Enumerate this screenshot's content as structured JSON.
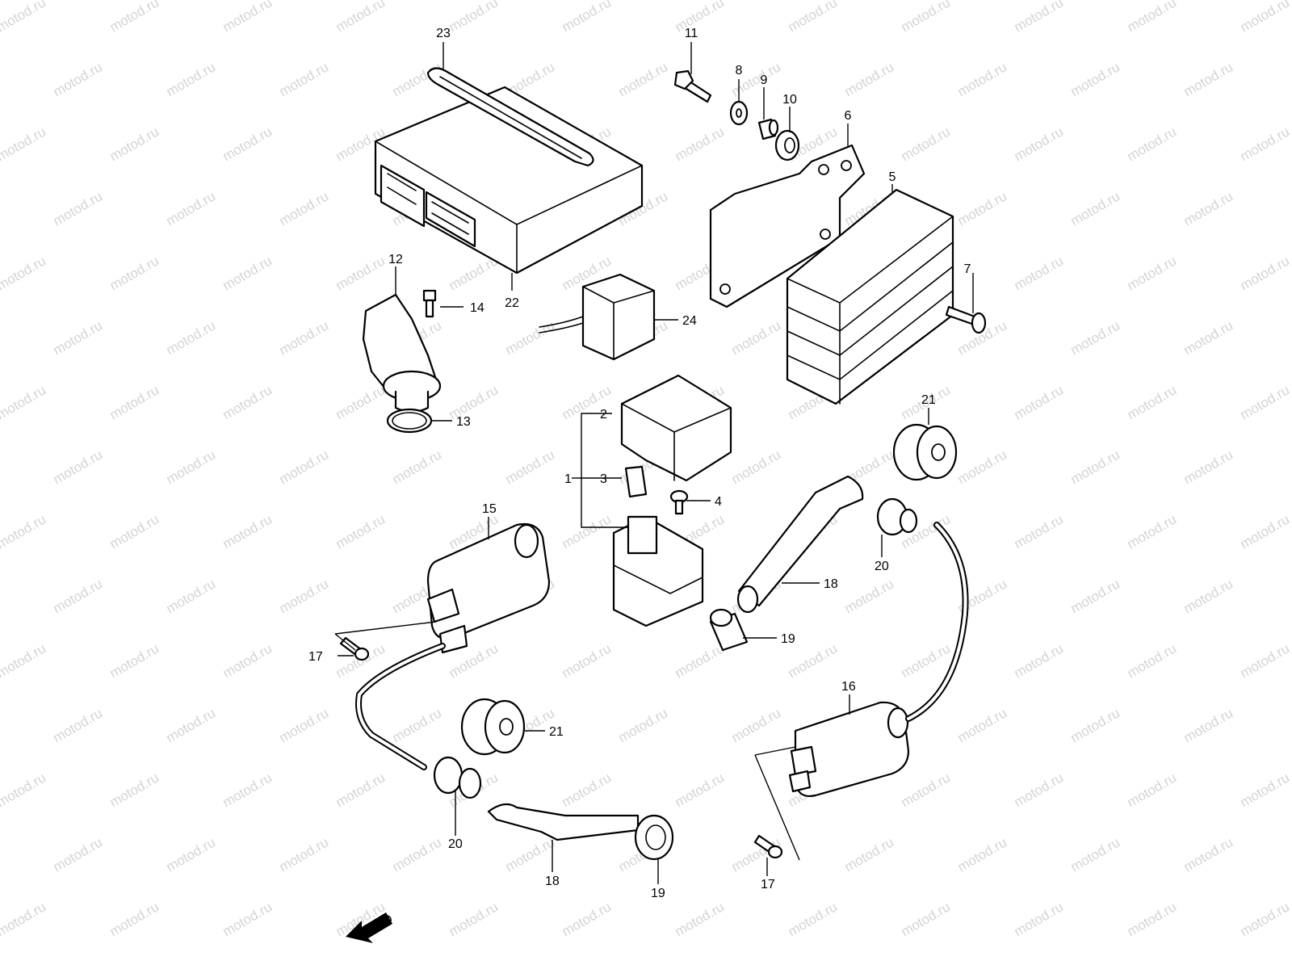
{
  "watermark": "motod.ru",
  "direction_label": "FWD",
  "callouts": {
    "c1": "1",
    "c2": "2",
    "c3": "3",
    "c4": "4",
    "c5": "5",
    "c6": "6",
    "c7": "7",
    "c8": "8",
    "c9": "9",
    "c10": "10",
    "c11": "11",
    "c12": "12",
    "c13": "13",
    "c14": "14",
    "c15": "15",
    "c16": "16",
    "c17a": "17",
    "c17b": "17",
    "c18a": "18",
    "c18b": "18",
    "c19a": "19",
    "c19b": "19",
    "c20a": "20",
    "c20b": "20",
    "c21a": "21",
    "c21b": "21",
    "c22": "22",
    "c23": "23",
    "c24": "24"
  },
  "colors": {
    "line": "#000000",
    "watermark": "#d4d4d4",
    "background": "#ffffff"
  }
}
